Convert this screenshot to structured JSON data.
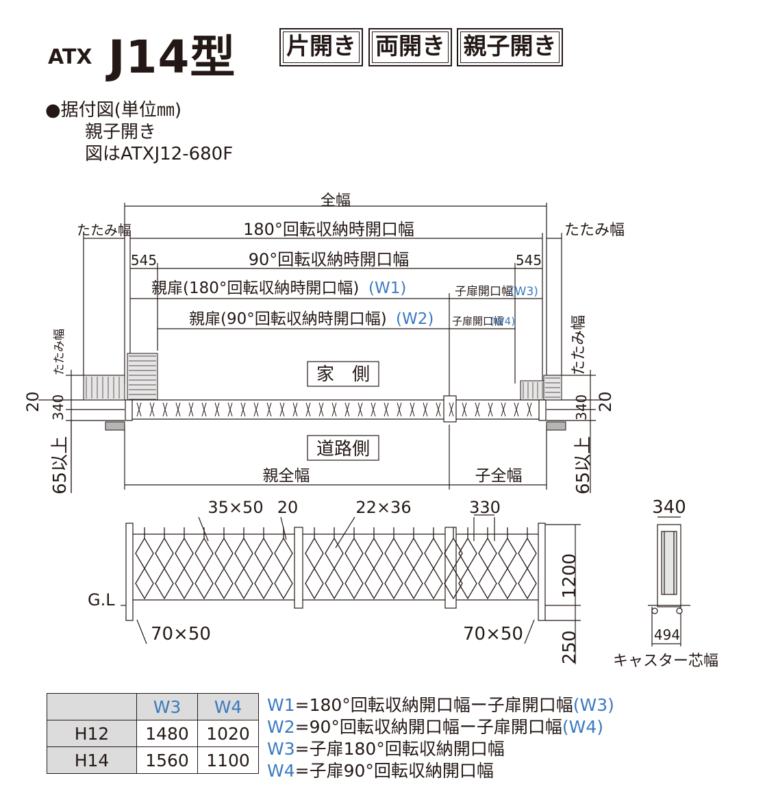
{
  "header": {
    "title_prefix": "ATX",
    "title_main": "J14型",
    "tags": [
      "片開き",
      "両開き",
      "親子開き"
    ]
  },
  "notes": {
    "line1": "●据付図(単位㎜)",
    "line2": "親子開き",
    "line3": "図はATXJ12-680F"
  },
  "plan": {
    "total_width": "全幅",
    "open_180": "180°回転収納時開口幅",
    "open_90": "90°回転収納時開口幅",
    "fold_width_left": "たたみ幅",
    "fold_width_right": "たたみ幅",
    "dim_545_left": "545",
    "dim_545_right": "545",
    "parent_180": "親扉(180°回転収納時開口幅)",
    "w1": "(W1)",
    "parent_90": "親扉(90°回転収納時開口幅)",
    "w2": "(W2)",
    "child_open": "子扉開口幅",
    "w3": "(W3)",
    "child_open_small": "子扉開口幅",
    "w4": "(W4)",
    "house_side": "家　側",
    "road_side": "道路側",
    "parent_total": "親全幅",
    "child_total": "子全幅",
    "fold_vertical_left": "たたみ幅",
    "fold_vertical_right": "たたみ幅",
    "dim_20_left": "20",
    "dim_20_right": "20",
    "dim_340_left": "340",
    "dim_340_right": "340",
    "dim_65_left": "65以上",
    "dim_65_right": "65以上"
  },
  "elevation": {
    "dim_35x50": "35×50",
    "dim_20": "20",
    "dim_22x36": "22×36",
    "dim_330": "330",
    "gl": "G.L",
    "post_left": "70×50",
    "post_right": "70×50",
    "height_1200": "1200",
    "height_250": "250"
  },
  "side_view": {
    "dim_340": "340",
    "dim_494": "494",
    "caster_label": "キャスター芯幅"
  },
  "table": {
    "headers": [
      "",
      "W3",
      "W4"
    ],
    "rows": [
      [
        "H12",
        "1480",
        "1020"
      ],
      [
        "H14",
        "1560",
        "1100"
      ]
    ]
  },
  "legend": [
    {
      "key": "W1",
      "text": "=180°回転収納開口幅ー子扉開口幅",
      "ref": "(W3)"
    },
    {
      "key": "W2",
      "text": "=90°回転収納開口幅ー子扉開口幅",
      "ref": "(W4)"
    },
    {
      "key": "W3",
      "text": "=子扉180°回転収納開口幅",
      "ref": ""
    },
    {
      "key": "W4",
      "text": "=子扉90°回転収納開口幅",
      "ref": ""
    }
  ],
  "colors": {
    "text": "#231815",
    "accent_blue": "#3a7abf",
    "table_header": "#dcdcdc"
  }
}
